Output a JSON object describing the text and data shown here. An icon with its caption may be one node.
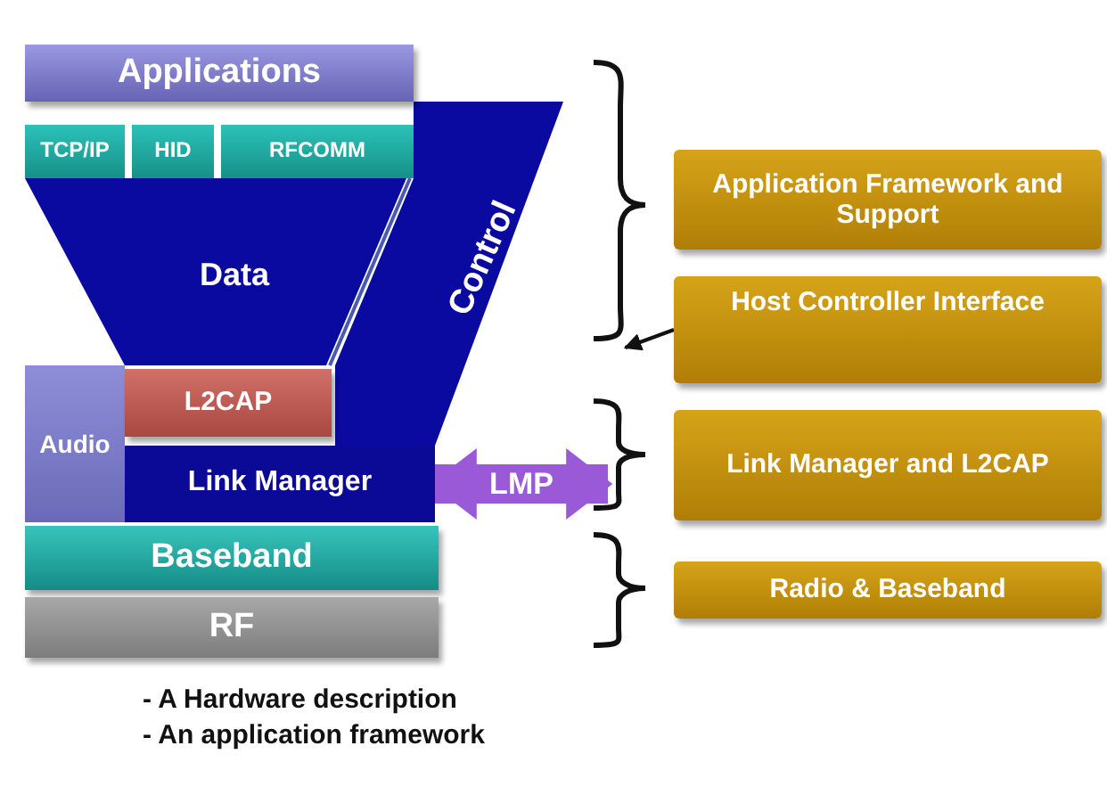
{
  "diagram": {
    "nodes": [
      {
        "text": [
          "Applications"
        ]
      },
      {
        "text": [
          "TCP/IP"
        ]
      },
      {
        "text": [
          "HID"
        ]
      },
      {
        "text": [
          "RFCOMM"
        ]
      },
      {
        "text": [
          "Data"
        ]
      },
      {
        "text": [
          "Control"
        ]
      },
      {
        "text": [
          "Audio"
        ]
      },
      {
        "text": [
          "L2CAP"
        ]
      },
      {
        "text": [
          "Link Manager"
        ]
      },
      {
        "text": [
          "Baseband"
        ]
      },
      {
        "text": [
          "RF"
        ]
      },
      {
        "text": [
          "Application Framework and Support"
        ]
      },
      {
        "text": [
          "Host Controller Interface"
        ]
      },
      {
        "text": [
          "Link Manager and L2CAP"
        ]
      },
      {
        "text": [
          "Radio & Baseband"
        ]
      },
      {
        "text": [],
        "shape": "brace"
      }
    ],
    "edges": [
      {
        "from": 12,
        "to": 15,
        "arrow": "to"
      },
      {
        "from": 8,
        "to": 13,
        "arrow": "both",
        "label": "LMP",
        "style": "thick",
        "color": "#9a5ad8"
      }
    ],
    "labels": [
      "- A Hardware description",
      "- An application framework"
    ]
  }
}
